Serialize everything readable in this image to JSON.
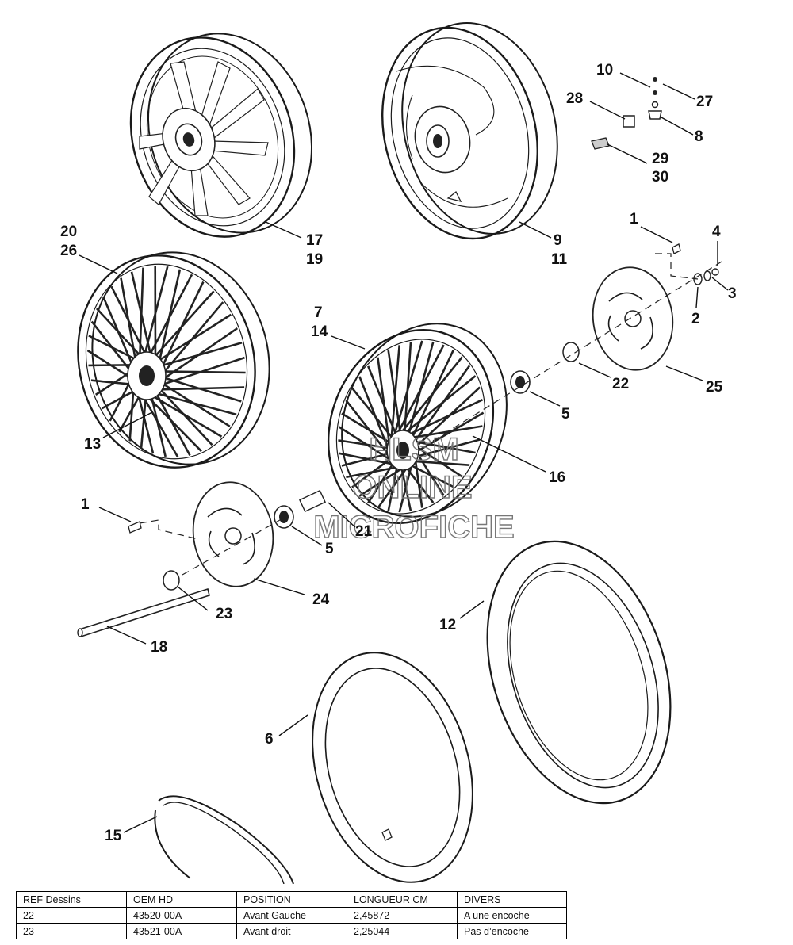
{
  "diagram": {
    "callouts": {
      "c17": "17",
      "c19": "19",
      "c9": "9",
      "c11": "11",
      "c10": "10",
      "c27": "27",
      "c28": "28",
      "c8": "8",
      "c29": "29",
      "c30": "30",
      "c20": "20",
      "c26": "26",
      "c1a": "1",
      "c4": "4",
      "c3": "3",
      "c2": "2",
      "c7": "7",
      "c14": "14",
      "c22": "22",
      "c25": "25",
      "c5a": "5",
      "c13": "13",
      "c16": "16",
      "c1b": "1",
      "c21": "21",
      "c5b": "5",
      "c24": "24",
      "c23": "23",
      "c18": "18",
      "c12": "12",
      "c6": "6",
      "c15": "15"
    },
    "watermark": [
      "HLSM",
      "ONLINE",
      "MICROFICHE"
    ]
  },
  "parts_table": {
    "headers": [
      "REF Dessins",
      "OEM HD",
      "POSITION",
      "LONGUEUR CM",
      "DIVERS"
    ],
    "rows": [
      [
        "22",
        "43520-00A",
        "Avant Gauche",
        "2,45872",
        "A une encoche"
      ],
      [
        "23",
        "43521-00A",
        "Avant droit",
        "2,25044",
        "Pas d’encoche"
      ]
    ]
  }
}
